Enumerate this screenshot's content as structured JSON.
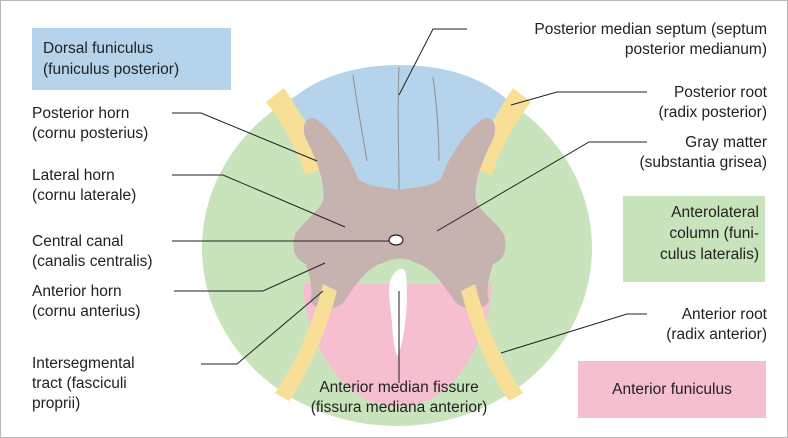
{
  "colors": {
    "white_matter_dorsal": "#b5d3ea",
    "white_matter_lateral": "#c9e4bc",
    "white_matter_anterior": "#f5bfcf",
    "gray_matter": "#c6b2af",
    "roots": "#f7df97",
    "leader_lines": "#222222"
  },
  "boxes": {
    "dorsal_funiculus": {
      "line1": "Dorsal funiculus",
      "line2": "(funiculus posterior)",
      "color": "#b5d3ea"
    },
    "anterolateral_column": {
      "line1": "Anterolateral",
      "line2": "column (funi-",
      "line3": "culus lateralis)",
      "color": "#c9e4bc"
    },
    "anterior_funiculus": {
      "text": "Anterior funiculus",
      "color": "#f5bfcf"
    }
  },
  "labels": {
    "posterior_median_septum": {
      "line1": "Posterior median septum (septum",
      "line2": "posterior medianum)"
    },
    "posterior_root": {
      "line1": "Posterior root",
      "line2": "(radix posterior)"
    },
    "gray_matter": {
      "line1": "Gray matter",
      "line2": "(substantia grisea)"
    },
    "anterior_root": {
      "line1": "Anterior root",
      "line2": "(radix anterior)"
    },
    "anterior_median_fissure": {
      "line1": "Anterior median fissure",
      "line2": "(fissura mediana anterior)"
    },
    "posterior_horn": {
      "line1": "Posterior horn",
      "line2": "(cornu posterius)"
    },
    "lateral_horn": {
      "line1": "Lateral horn",
      "line2": "(cornu laterale)"
    },
    "central_canal": {
      "line1": "Central canal",
      "line2": "(canalis centralis)"
    },
    "anterior_horn": {
      "line1": "Anterior horn",
      "line2": "(cornu anterius)"
    },
    "intersegmental_tract": {
      "line1": "Intersegmental",
      "line2": "tract (fasciculi",
      "line3": "proprii)"
    }
  }
}
